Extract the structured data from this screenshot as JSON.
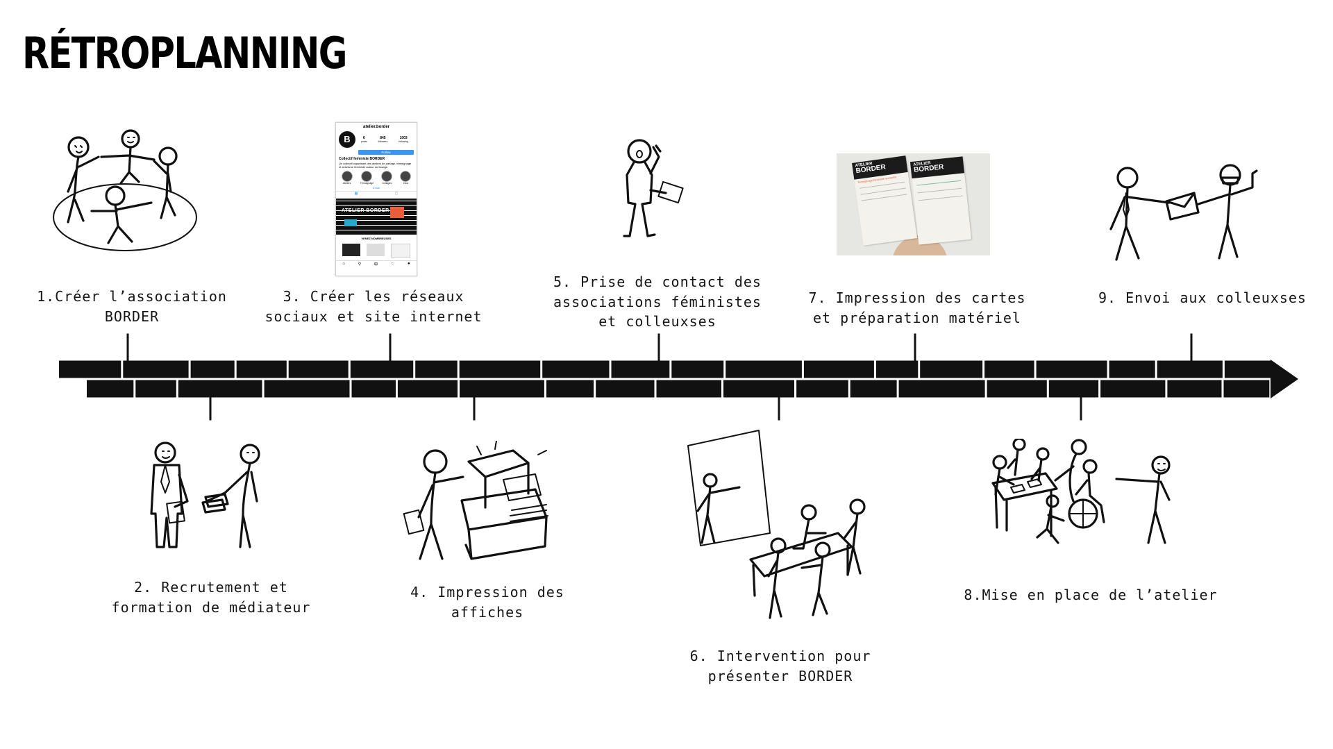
{
  "title": "RÉTROPLANNING",
  "colors": {
    "ink": "#111111",
    "background": "#ffffff",
    "photo_bg": "#e6e7e2",
    "accent_blue": "#3897f0",
    "accent_orange": "#e85d3a"
  },
  "steps": [
    {
      "label": "1.Créer l’association\nBORDER",
      "icon": "people-circle-icon"
    },
    {
      "label": "2. Recrutement et\nformation de médiateur",
      "icon": "handshake-document-icon"
    },
    {
      "label": "3. Créer les réseaux\nsociaux et site internet",
      "icon": "instagram-profile-screenshot"
    },
    {
      "label": "4. Impression des\naffiches",
      "icon": "printer-person-icon"
    },
    {
      "label": "5. Prise de contact des\nassociations féministes\net colleuxses",
      "icon": "phone-call-person-icon"
    },
    {
      "label": "6. Intervention pour\nprésenter BORDER",
      "icon": "presentation-group-icon"
    },
    {
      "label": "7. Impression des cartes\net préparation matériel",
      "icon": "printed-cards-photo"
    },
    {
      "label": "8.Mise en place de l’atelier",
      "icon": "workshop-group-icon"
    },
    {
      "label": "9. Envoi aux colleuxses",
      "icon": "envelope-handoff-icon"
    }
  ],
  "instagram": {
    "username": "atelier.border",
    "stats": [
      {
        "value": "6",
        "label": "posts"
      },
      {
        "value": "845",
        "label": "followers"
      },
      {
        "value": "1003",
        "label": "following"
      }
    ],
    "follow_label": "Follow",
    "profile_name": "Collectif feministe BORDER",
    "bio": "Un collectif organisant des ateliers de partage, témoignage et activisme féministe autour du tissage.",
    "highlights": [
      "Ateliers",
      "Témoignage",
      "Collages",
      "Infos"
    ],
    "email_label": "Email",
    "wall_text": "ATELIER BORDER",
    "footer_text": "VENEZ NOMBREUSES"
  },
  "cards": {
    "brand_line1": "ATELIER",
    "brand_line2": "BORDER",
    "sub_label": "Témoignage féministe anonyme"
  }
}
